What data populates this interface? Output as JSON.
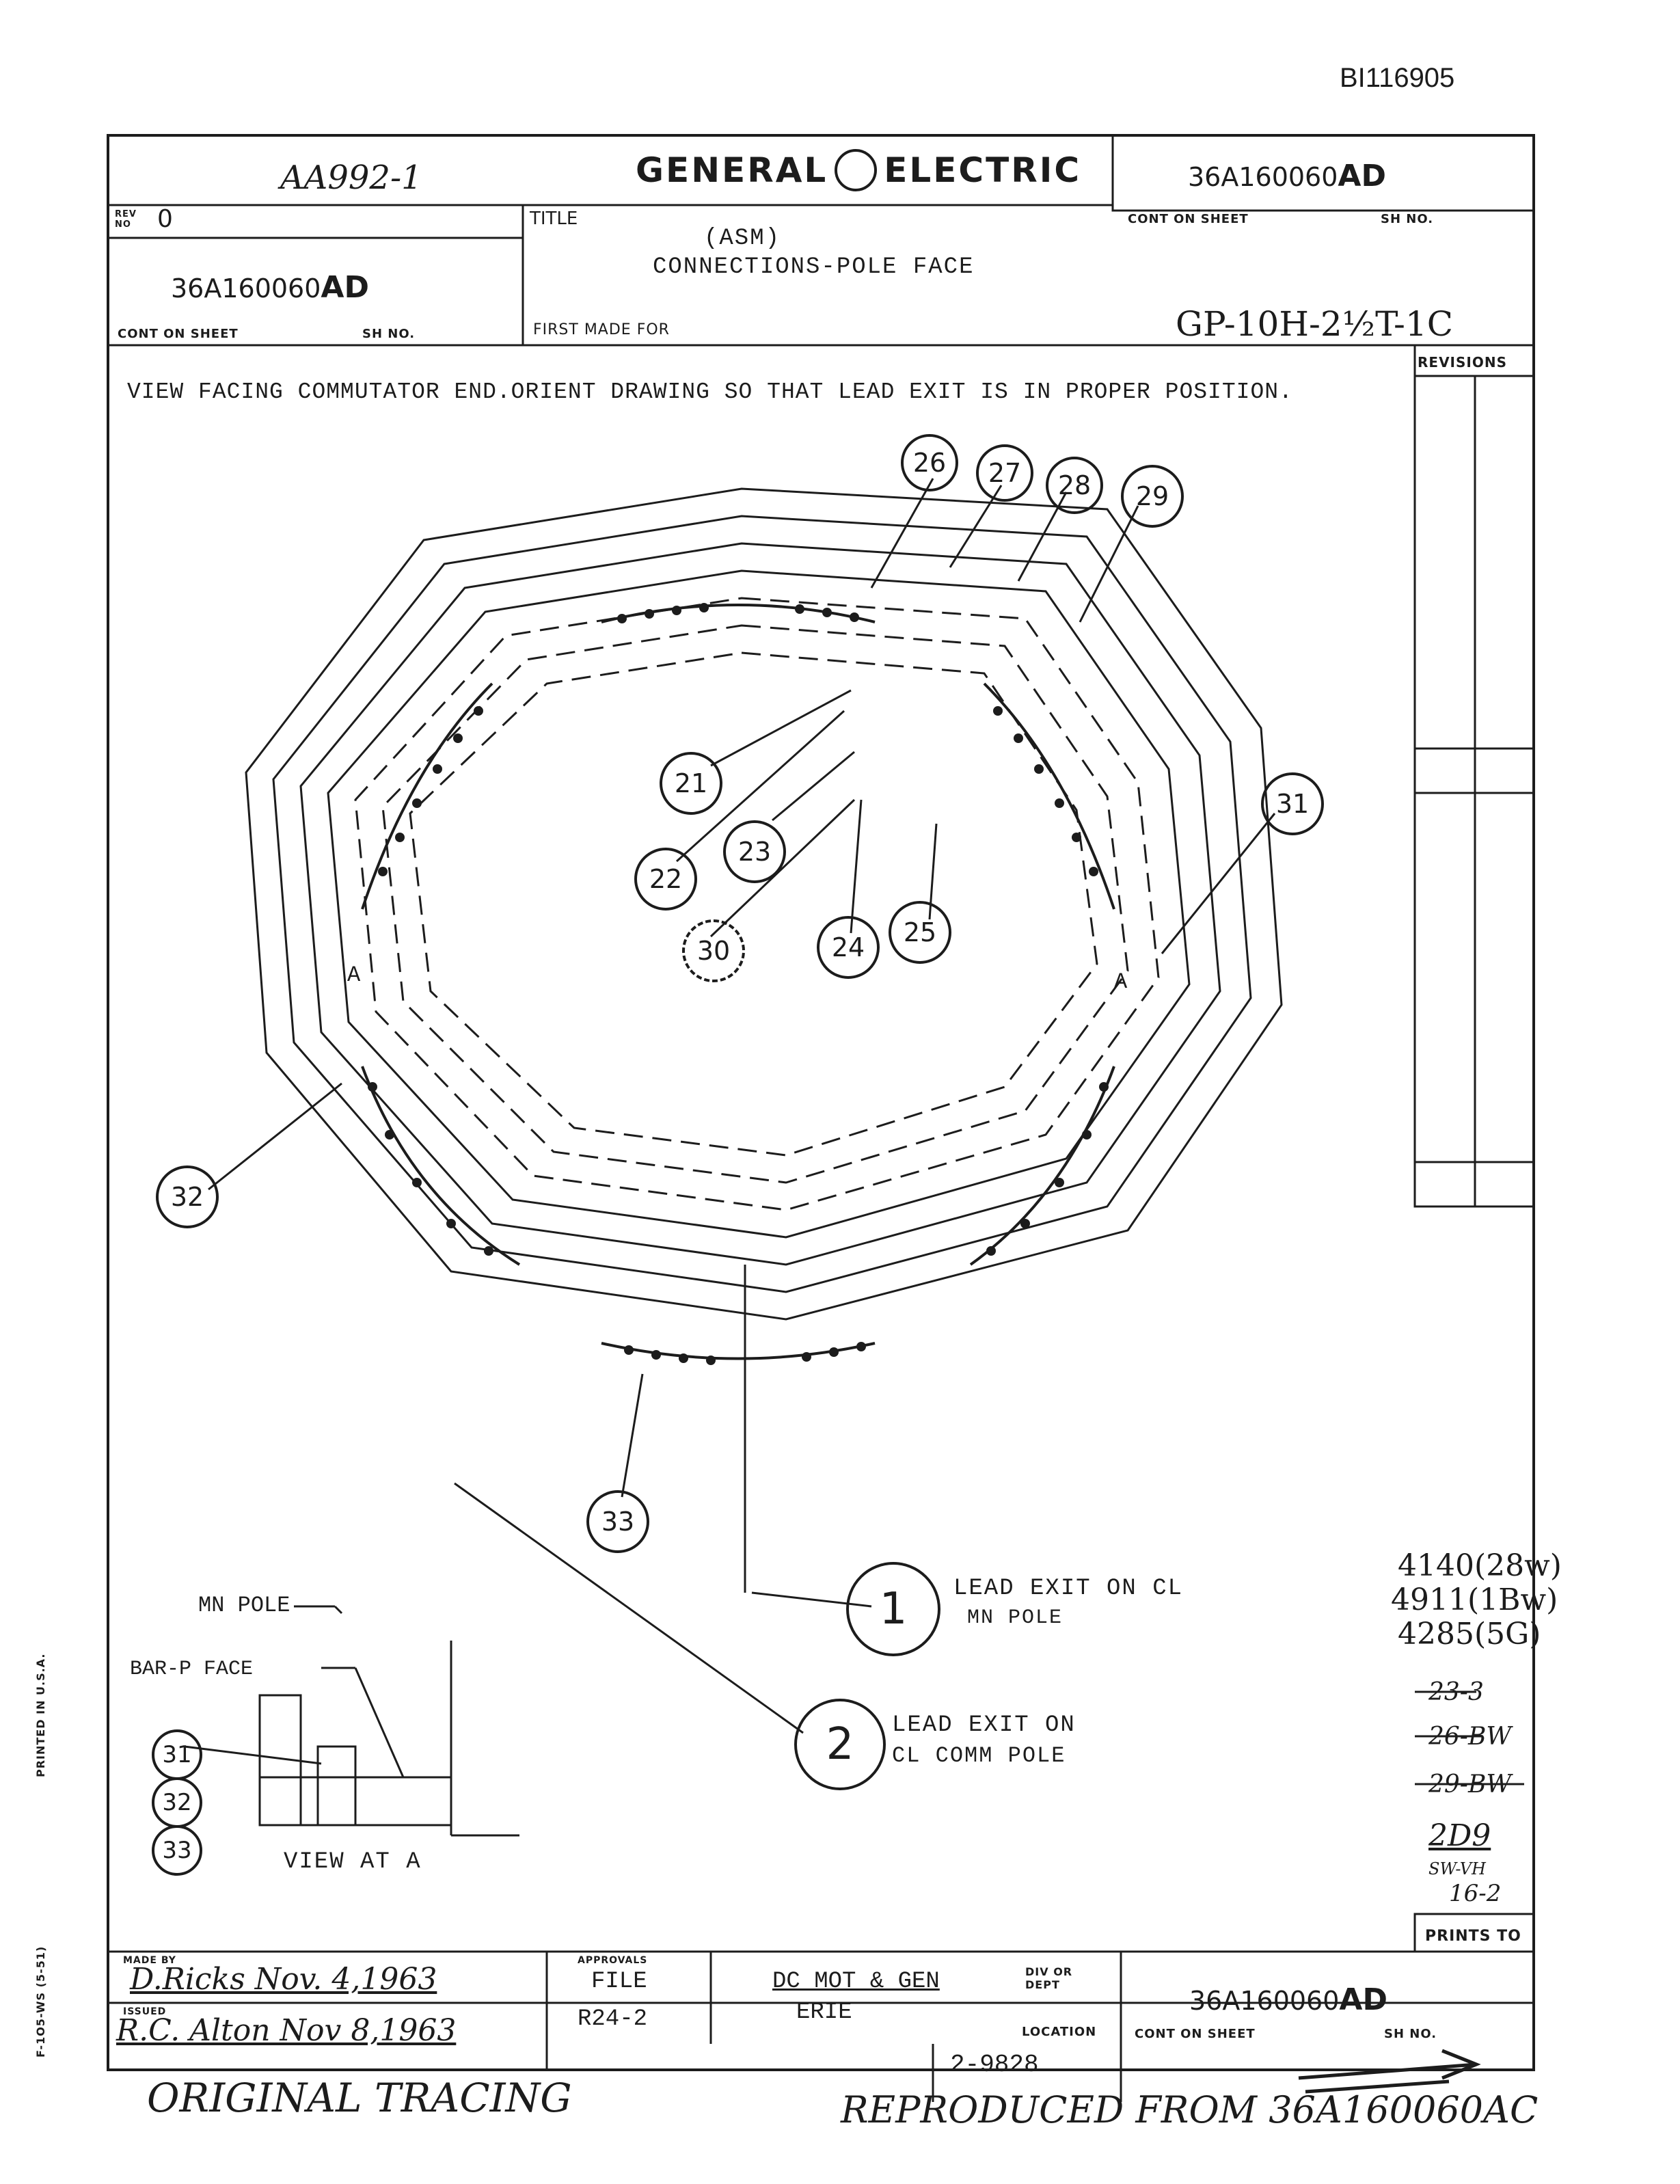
{
  "doc_id": "BI116905",
  "header": {
    "job_code": "AA992-1",
    "company": "GENERAL",
    "company2": "ELECTRIC",
    "drawing_number": "36A160060",
    "drawing_suffix": "AD",
    "cont_on_sheet_label": "CONT ON SHEET",
    "sh_no_label": "SH NO.",
    "rev_label": "REV NO",
    "rev_value": "0",
    "title_label": "TITLE",
    "title_line1": "(ASM)",
    "title_line2": "CONNECTIONS-POLE FACE",
    "first_made_for_label": "FIRST MADE FOR",
    "model": "GP-10H-2½T-1C",
    "revisions_label": "REVISIONS"
  },
  "note": "VIEW FACING COMMUTATOR END.ORIENT DRAWING SO THAT LEAD EXIT IS IN PROPER POSITION.",
  "callouts": [
    "26",
    "27",
    "28",
    "29",
    "21",
    "22",
    "23",
    "30",
    "24",
    "25",
    "31",
    "32",
    "33"
  ],
  "section_mark": "A",
  "lead_exits": {
    "one": {
      "num": "1",
      "line1": "LEAD EXIT ON CL",
      "line2": "MN POLE"
    },
    "two": {
      "num": "2",
      "line1": "LEAD EXIT ON",
      "line2": "CL COMM POLE"
    }
  },
  "detail": {
    "mn_pole": "MN POLE",
    "bar_face": "BAR-P FACE",
    "view_label": "VIEW AT A",
    "callouts": [
      "31",
      "32",
      "33"
    ]
  },
  "margin_notes": {
    "line1": "4140(28w)",
    "line2": "4911(1Bw)",
    "line3": "4285(5G)",
    "struck1": "23-3",
    "struck2": "26-BW",
    "struck3": "29-BW",
    "note4": "2D9",
    "note5": "SW-VH",
    "note6": "16-2",
    "prints_to": "PRINTS TO"
  },
  "side_text": {
    "printed": "PRINTED IN U.S.A.",
    "form": "F-1O5-WS (5-51)"
  },
  "footer": {
    "made_by_label": "MADE BY",
    "signature1": "D.Ricks Nov. 4,1963",
    "issued_label": "ISSUED",
    "signature2": "R.C. Alton Nov 8,1963",
    "approvals_label": "APPROVALS",
    "file_label": "FILE",
    "file_value": "R24-2",
    "division": "DC MOT & GEN",
    "division_suffix": "DIV OR DEPT",
    "location_value": "ERIE",
    "location_label": "LOCATION",
    "drawing_number": "36A160060",
    "drawing_suffix": "AD",
    "cont_on_sheet_label": "CONT ON SHEET",
    "sh_no_label": "SH NO.",
    "sheet_ref": "2-9828",
    "original_tracing": "ORIGINAL TRACING",
    "reproduced_from": "REPRODUCED FROM 36A160060AC"
  }
}
